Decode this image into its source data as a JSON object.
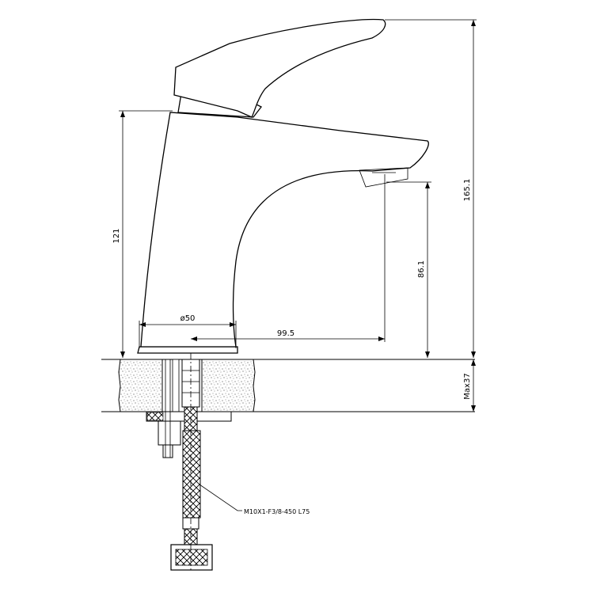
{
  "drawing": {
    "dimensions": {
      "body_height": "121",
      "total_height": "165.1",
      "spout_clearance": "86.1",
      "max_thickness": "Max37",
      "base_diameter": "ø50",
      "spout_reach": "99.5"
    },
    "hose_label": "M10X1-F3/8-450 L75"
  }
}
